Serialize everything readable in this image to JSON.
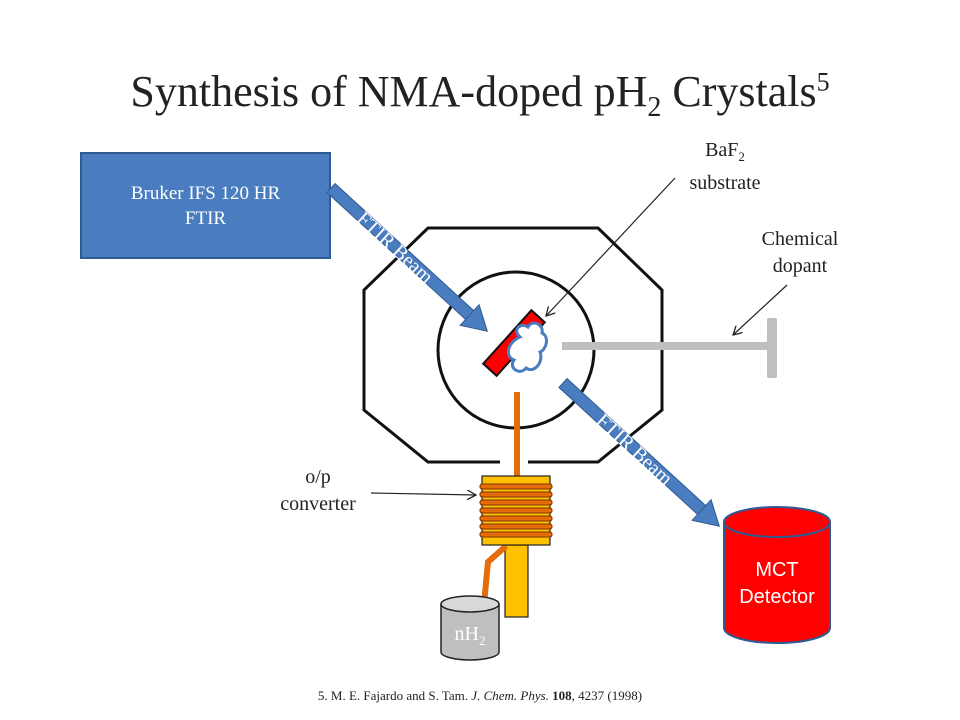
{
  "title": {
    "main": "Synthesis of NMA-doped pH",
    "sub": "2",
    "rest": " Crystals",
    "sup": "5"
  },
  "bruker": {
    "line1": "Bruker IFS 120 HR",
    "line2": "FTIR"
  },
  "baf2": {
    "line1": "BaF",
    "sub": "2",
    "line2": "substrate"
  },
  "dopant": {
    "line1": "Chemical",
    "line2": "dopant"
  },
  "converter": {
    "line1": "o/p",
    "line2": "converter"
  },
  "beam_label": "FTIR Beam",
  "nh2": {
    "main": "nH",
    "sub": "2"
  },
  "detector": {
    "line1": "MCT",
    "line2": "Detector"
  },
  "reference": {
    "prefix": "5.  M. E. Fajardo and S. Tam. ",
    "journal": "J. Chem. Phys.",
    "volume": "108",
    "pages": ", 4237 (1998)"
  },
  "colors": {
    "bruker": "#4a7dbf",
    "beam": "#4a7dbf",
    "substrate": "#ff0000",
    "detector": "#ff0000",
    "coil": "#e46c0a",
    "tube": "#ffc000",
    "nh2_cylinder": "#bfbfbf",
    "dopant_rod": "#bfbfbf"
  }
}
